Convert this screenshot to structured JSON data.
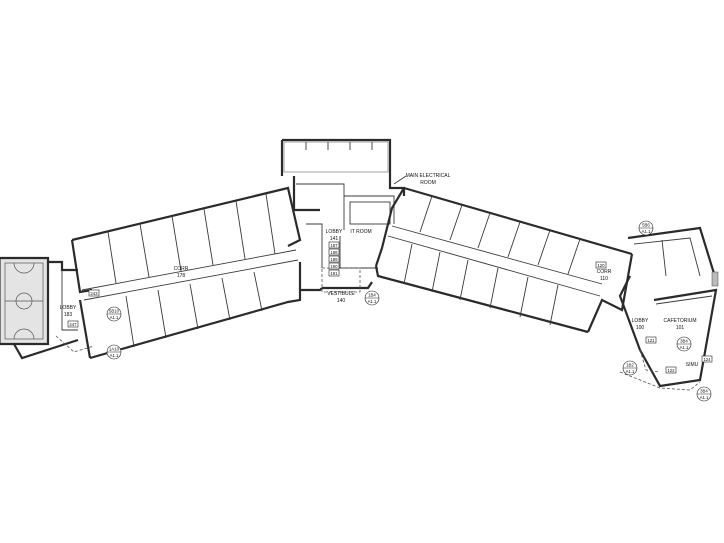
{
  "rooms": [
    {
      "name": "LOBBY",
      "number": "183"
    },
    {
      "name": "CORR",
      "number": "178"
    },
    {
      "name": "LOBBY",
      "number": "141"
    },
    {
      "name": "IT ROOM",
      "number": ""
    },
    {
      "name": "VESTIBULE",
      "number": "140"
    },
    {
      "name": "MAIN ELECTRICAL",
      "number": "ROOM"
    },
    {
      "name": "CORR",
      "number": "110"
    },
    {
      "name": "LOBBY",
      "number": "100"
    },
    {
      "name": "CAFETORIUM",
      "number": "101"
    },
    {
      "name": "",
      "number": "SIMU"
    }
  ],
  "door_tags": [
    "243",
    "247",
    "187",
    "188",
    "189",
    "190",
    "191",
    "120",
    "121",
    "122",
    "124"
  ],
  "detail_tags": [
    {
      "top": "5B10",
      "bottom": "A1.1"
    },
    {
      "top": "1B4",
      "bottom": "A1.1"
    },
    {
      "top": "1A10",
      "bottom": "A1.1"
    },
    {
      "top": "5B6",
      "bottom": "A1.1"
    },
    {
      "top": "3B4",
      "bottom": "A1.1"
    },
    {
      "top": "1B2",
      "bottom": "A1.1"
    },
    {
      "top": "3B4",
      "bottom": "A1.1"
    }
  ]
}
